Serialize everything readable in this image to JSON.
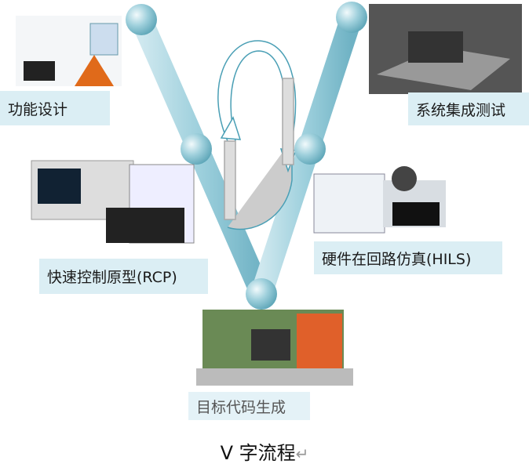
{
  "stages": {
    "functional_design": "功能设计",
    "system_integration_test": "系统集成测试",
    "rapid_control_prototyping": "快速控制原型(RCP)",
    "hardware_in_loop": "硬件在回路仿真(HILS)",
    "target_code_generation": "目标代码生成"
  },
  "caption": "V 字流程",
  "caption_mark": "↵",
  "colors": {
    "label_bg": "#dbeef4",
    "bar": "#a9d3de",
    "ball": "#7fbccc"
  }
}
